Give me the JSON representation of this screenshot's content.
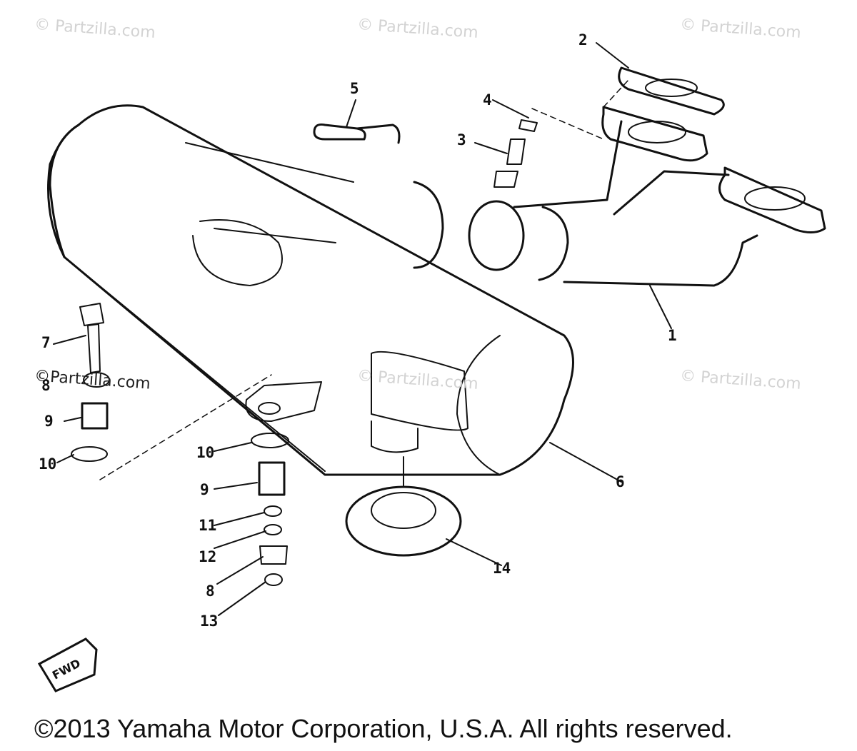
{
  "watermarks": [
    {
      "text": "© Partzilla.com"
    },
    {
      "text": "© Partzilla.com"
    },
    {
      "text": "© Partzilla.com"
    },
    {
      "text": "© Partzilla.com"
    },
    {
      "text": "© Partzilla.com"
    },
    {
      "text": "©Partzilla.com"
    }
  ],
  "callouts": [
    "1",
    "2",
    "3",
    "4",
    "5",
    "6",
    "7",
    "8",
    "9",
    "10",
    "10",
    "9",
    "11",
    "12",
    "8",
    "13",
    "14"
  ],
  "direction_label": "FWD",
  "copyright": "©2013 Yamaha Motor Corporation, U.S.A. All rights reserved."
}
